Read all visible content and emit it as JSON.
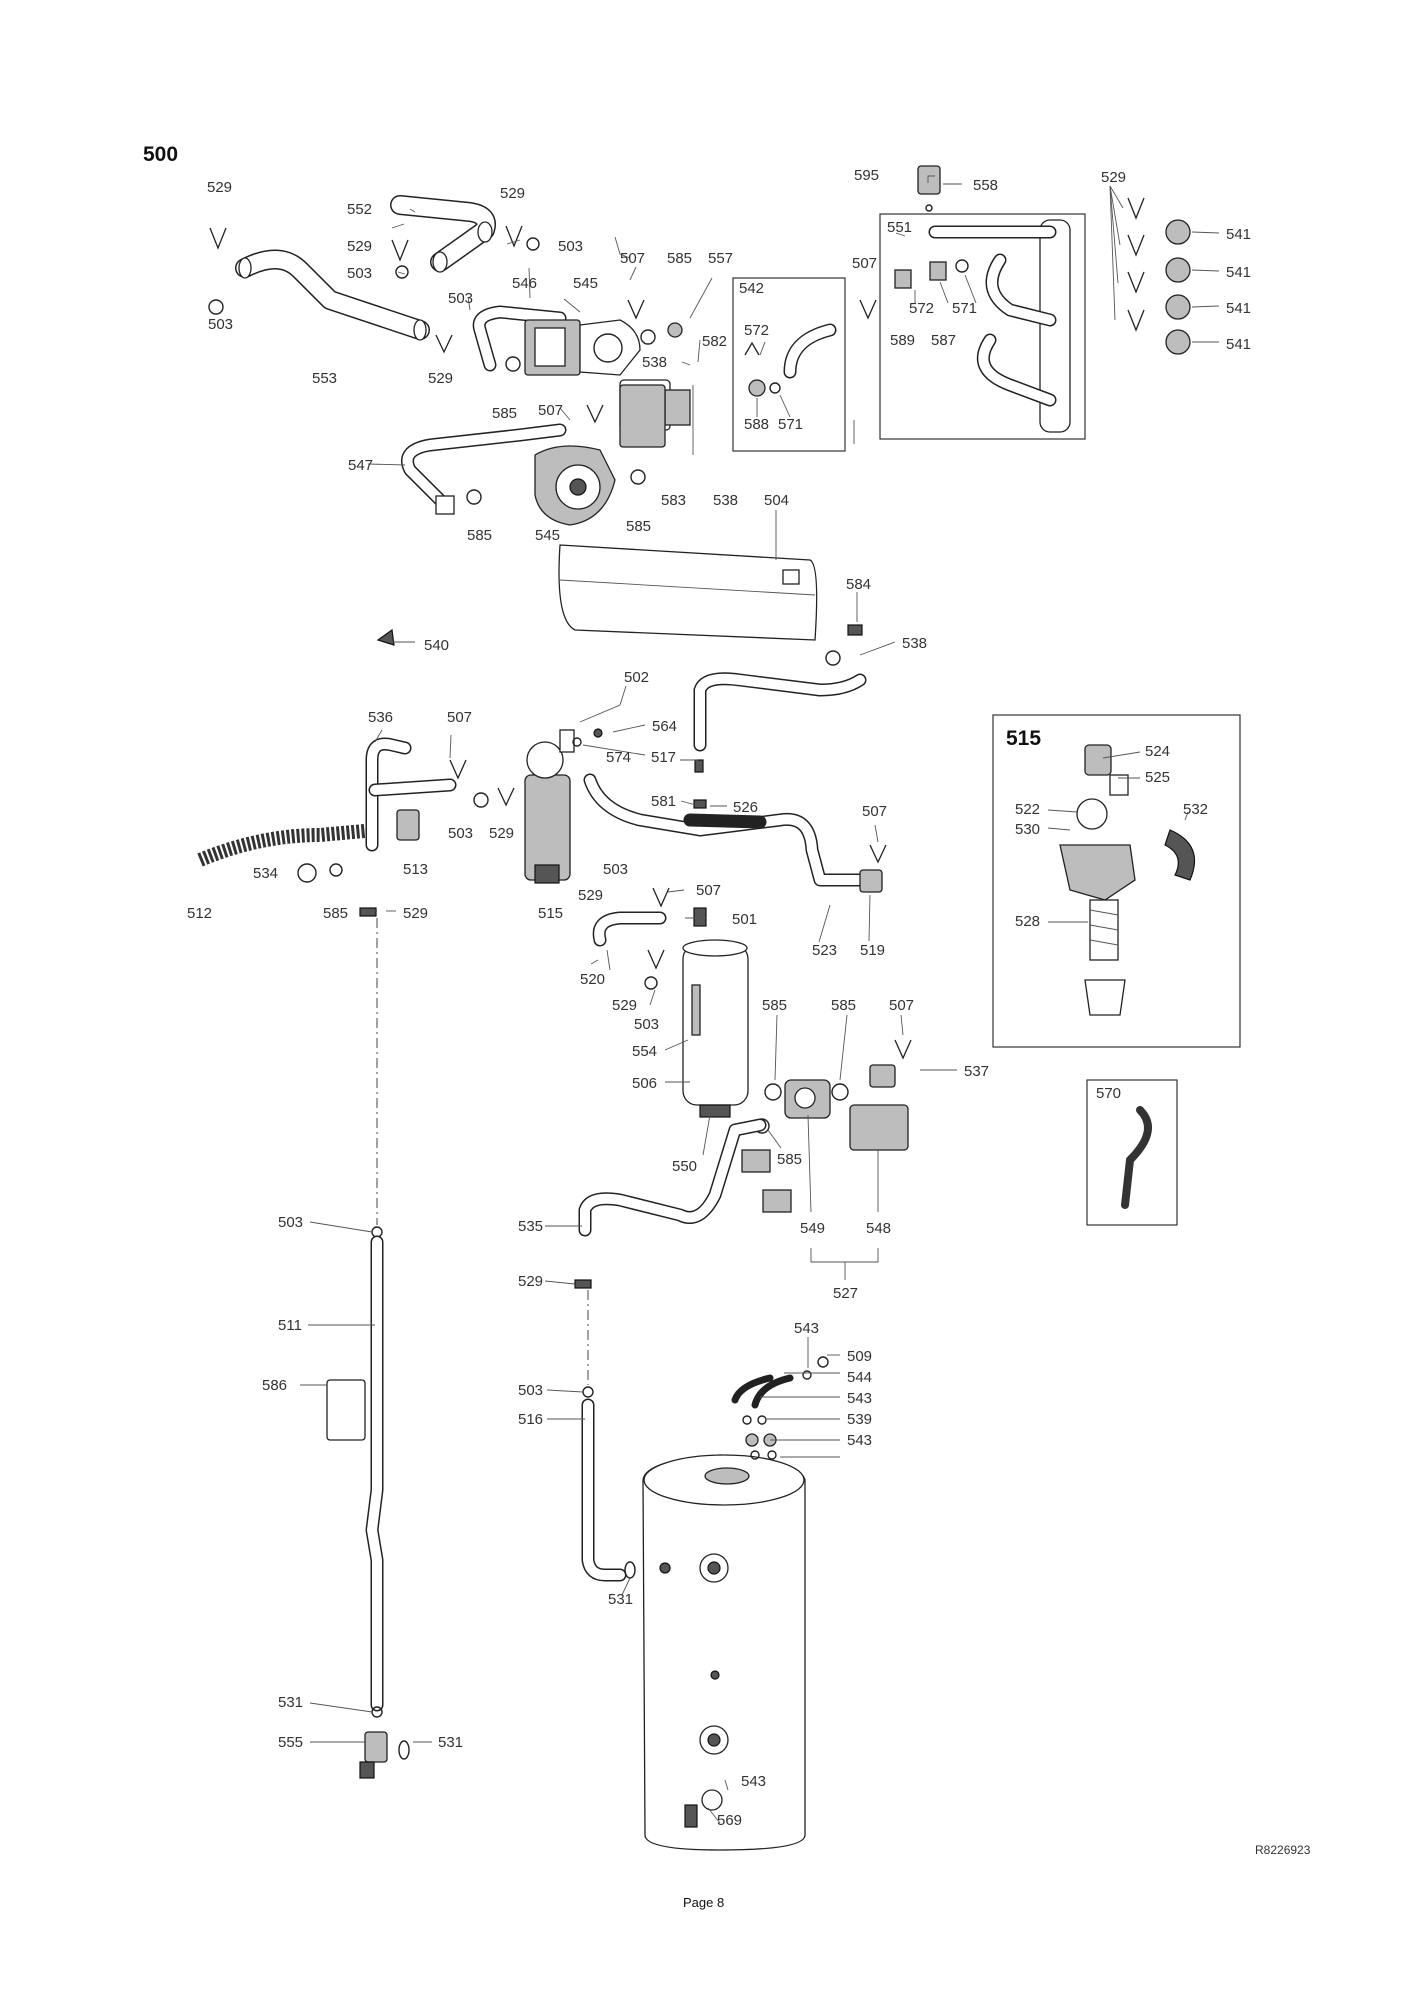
{
  "section_number": "500",
  "detail_title": "515",
  "reference": "R8226923",
  "page_label": "Page 8",
  "callouts": {
    "c501": "501",
    "c502": "502",
    "c503": "503",
    "c504": "504",
    "c506": "506",
    "c507": "507",
    "c509": "509",
    "c511": "511",
    "c512": "512",
    "c513": "513",
    "c515": "515",
    "c516": "516",
    "c517": "517",
    "c519": "519",
    "c520": "520",
    "c522": "522",
    "c523": "523",
    "c524": "524",
    "c525": "525",
    "c526": "526",
    "c527": "527",
    "c528": "528",
    "c529": "529",
    "c530": "530",
    "c531": "531",
    "c532": "532",
    "c534": "534",
    "c535": "535",
    "c536": "536",
    "c537": "537",
    "c538": "538",
    "c539": "539",
    "c540": "540",
    "c541": "541",
    "c542": "542",
    "c543": "543",
    "c544": "544",
    "c545": "545",
    "c546": "546",
    "c547": "547",
    "c548": "548",
    "c549": "549",
    "c550": "550",
    "c551": "551",
    "c552": "552",
    "c553": "553",
    "c554": "554",
    "c555": "555",
    "c557": "557",
    "c558": "558",
    "c564": "564",
    "c569": "569",
    "c570": "570",
    "c571": "571",
    "c572": "572",
    "c574": "574",
    "c581": "581",
    "c582": "582",
    "c583": "583",
    "c584": "584",
    "c585": "585",
    "c586": "586",
    "c587": "587",
    "c588": "588",
    "c589": "589",
    "c595": "595"
  }
}
